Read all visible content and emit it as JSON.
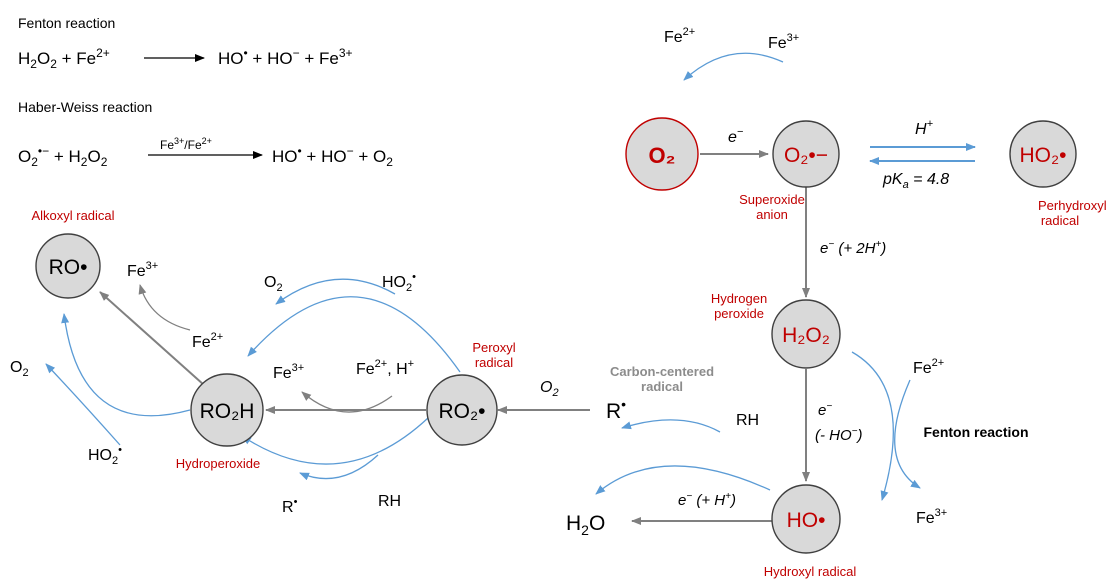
{
  "equations": {
    "fenton_title": "Fenton reaction",
    "fenton_lhs": [
      "H",
      "2",
      "O",
      "2",
      " + Fe",
      "2+"
    ],
    "fenton_rhs": [
      "HO",
      "•",
      " + HO",
      "−",
      " + Fe",
      "3+"
    ],
    "haber_title": "Haber-Weiss reaction",
    "haber_lhs": [
      "O",
      "2",
      "•−",
      " + H",
      "2",
      "O",
      "2"
    ],
    "haber_catalyst": [
      "Fe",
      "3+",
      "/Fe",
      "2+"
    ],
    "haber_rhs": [
      "HO",
      "•",
      " + HO",
      "−",
      " + O",
      "2"
    ]
  },
  "nodes": {
    "o2": "O₂",
    "superoxide": "O₂•−",
    "perhydroxyl": "HO₂•",
    "hydrogen_peroxide": "H₂O₂",
    "hydroxyl": "HO•",
    "peroxyl": "RO₂•",
    "hydroperoxide": "RO₂H",
    "alkoxyl": "RO•"
  },
  "labels": {
    "superoxide_1": "Superoxide",
    "superoxide_2": "anion",
    "perhydroxyl_1": "Perhydroxyl",
    "perhydroxyl_2": "radical",
    "hydrogen_peroxide_1": "Hydrogen",
    "hydrogen_peroxide_2": "peroxide",
    "hydroxyl": "Hydroxyl radical",
    "peroxyl_1": "Peroxyl",
    "peroxyl_2": "radical",
    "hydroperoxide": "Hydroperoxide",
    "alkoxyl": "Alkoxyl radical",
    "carbon_1": "Carbon-centered",
    "carbon_2": "radical",
    "fenton_side": "Fenton reaction"
  },
  "species": {
    "fe2": "Fe2+",
    "fe3": "Fe3+",
    "e": "e−",
    "h_plus": "H+",
    "pka": "pKa = 4.8",
    "e_2h": "e− (+ 2H+)",
    "e_minus_ho": "e−",
    "minus_ho": "(- HO−)",
    "e_h": "e− (+ H+)",
    "h2o": "H₂O",
    "r_radical": "R•",
    "rh": "RH",
    "o2_small": "O₂",
    "ho2": "HO₂•",
    "fe2_h": "Fe2+, H+"
  },
  "colors": {
    "accent_red": "#c00000",
    "arrow_blue": "#5b9bd5",
    "arrow_gray": "#808080",
    "node_fill": "#d9d9d9"
  }
}
